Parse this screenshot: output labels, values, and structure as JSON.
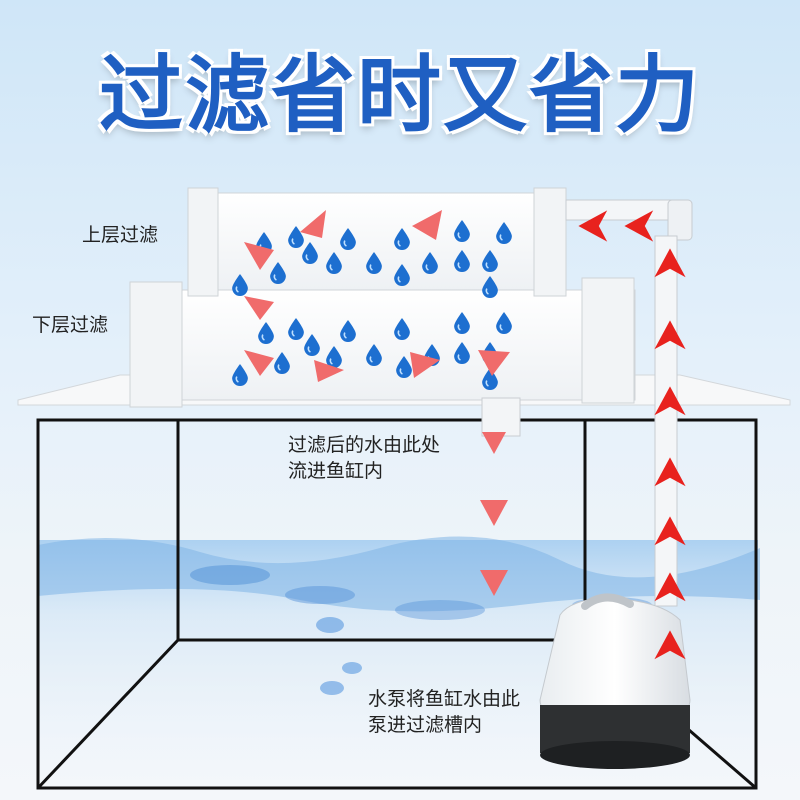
{
  "title": "过滤省时又省力",
  "labels": {
    "upper": "上层过滤",
    "lower": "下层过滤",
    "outflow_line1": "过滤后的水由此处",
    "outflow_line2": "流进鱼缸内",
    "pump_line1": "水泵将鱼缸水由此",
    "pump_line2": "泵进过滤槽内"
  },
  "colors": {
    "title": "#1f5fc2",
    "arrow": "#e8221e",
    "flow_arrow": "#f06b6b",
    "drop": "#1d6fd0"
  }
}
